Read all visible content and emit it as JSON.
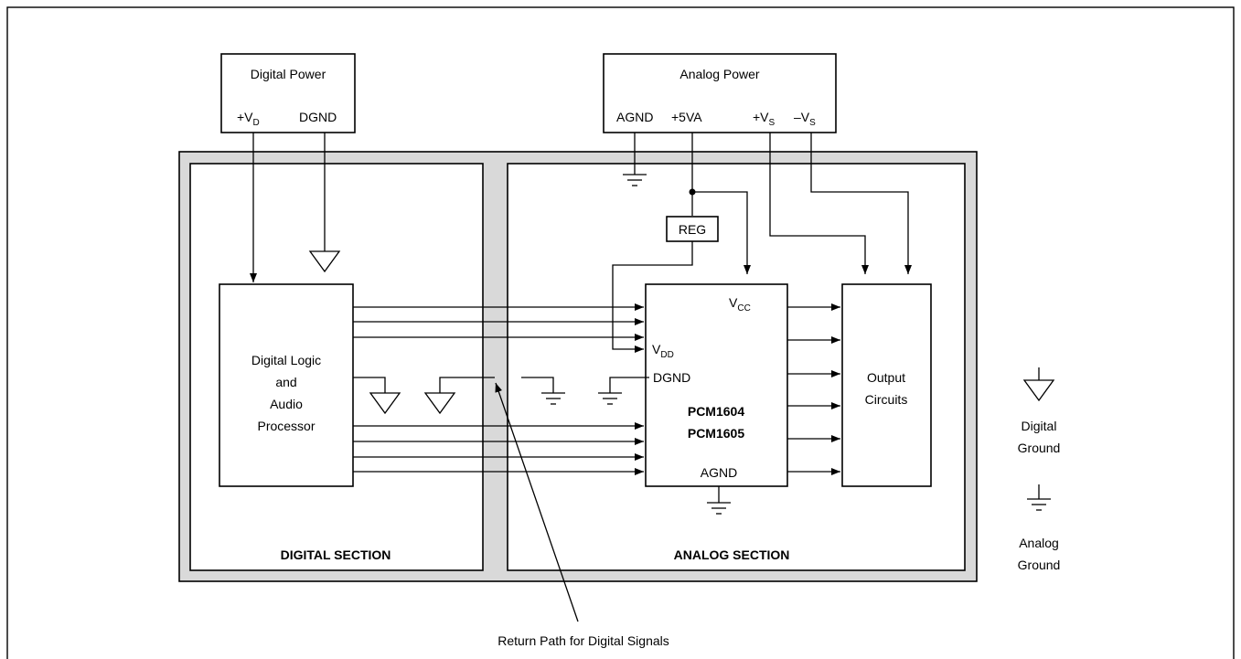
{
  "digital_power": {
    "title": "Digital Power",
    "vd_main": "+V",
    "vd_sub": "D",
    "dgnd": "DGND"
  },
  "analog_power": {
    "title": "Analog Power",
    "agnd": "AGND",
    "plus5va": "+5VA",
    "vs_pos_main": "+V",
    "vs_pos_sub": "S",
    "vs_neg_main": "–V",
    "vs_neg_sub": "S"
  },
  "reg": "REG",
  "digital_logic": {
    "line1": "Digital Logic",
    "line2": "and",
    "line3": "Audio",
    "line4": "Processor"
  },
  "pcm": {
    "vcc_main": "V",
    "vcc_sub": "CC",
    "vdd_main": "V",
    "vdd_sub": "DD",
    "dgnd": "DGND",
    "name1": "PCM1604",
    "name2": "PCM1605",
    "agnd": "AGND"
  },
  "output": {
    "line1": "Output",
    "line2": "Circuits"
  },
  "sections": {
    "digital": "DIGITAL SECTION",
    "analog": "ANALOG SECTION"
  },
  "return_path": "Return Path for Digital Signals",
  "legend": {
    "digital_ground_1": "Digital",
    "digital_ground_2": "Ground",
    "analog_ground_1": "Analog",
    "analog_ground_2": "Ground"
  }
}
